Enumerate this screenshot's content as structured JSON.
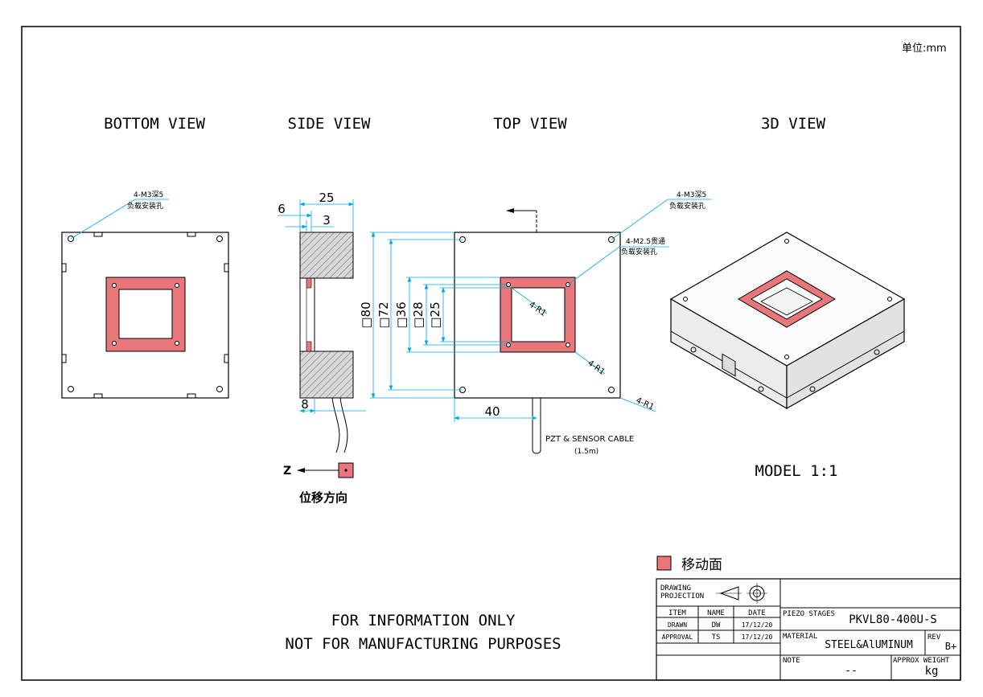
{
  "colors": {
    "moving_face": "#e8767a",
    "dimension": "#00a8e8",
    "line": "#000000",
    "hatch_fill": "#d8d8d8"
  },
  "unit": "单位:mm",
  "views": {
    "bottom": "BOTTOM VIEW",
    "side": "SIDE VIEW",
    "top": "TOP VIEW",
    "iso": "3D VIEW"
  },
  "callouts": {
    "bottom_hole_qty": "4-M3深5",
    "bottom_hole_desc": "负载安装孔",
    "top_hole1_qty": "4-M3深5",
    "top_hole1_desc": "负载安装孔",
    "top_hole2_qty": "4-M2.5贯通",
    "top_hole2_desc": "负载安装孔",
    "r_inner": "4-R1",
    "r_ring": "4-R1",
    "r_outer": "4-R1"
  },
  "dimensions": {
    "side_width": "25",
    "side_6": "6",
    "side_3": "3",
    "side_8": "8",
    "sq80": "□80",
    "sq72": "□72",
    "sq36": "□36",
    "sq28": "□28",
    "sq25": "□25",
    "offset40": "40"
  },
  "cable": {
    "label": "PZT & SENSOR CABLE",
    "length": "(1.5m)"
  },
  "direction": {
    "axis": "Z",
    "label": "位移方向"
  },
  "model_scale": "MODEL 1:1",
  "legend": {
    "label": "移动面"
  },
  "disclaimer": {
    "line1": "FOR INFORMATION ONLY",
    "line2": "NOT FOR MANUFACTURING PURPOSES"
  },
  "title_block": {
    "projection": "DRAWING PROJECTION",
    "projection_l1": "DRAWING",
    "projection_l2": "PROJECTION",
    "item_h": "ITEM",
    "name_h": "NAME",
    "date_h": "DATE",
    "drawn_label": "DRAWN",
    "drawn_name": "DW",
    "drawn_date": "17/12/20",
    "approval_label": "APPROVAL",
    "approval_name": "TS",
    "approval_date": "17/12/20",
    "product_label": "PIEZO STAGES",
    "product_value": "PKVL80-400U-S",
    "material_label": "MATERIAL",
    "material_value": "STEEL&AlUMINUM",
    "rev_label": "REV",
    "rev_value": "B+",
    "note_label": "NOTE",
    "note_value": "--",
    "weight_label": "APPROX WEIGHT",
    "weight_value": "kg"
  }
}
